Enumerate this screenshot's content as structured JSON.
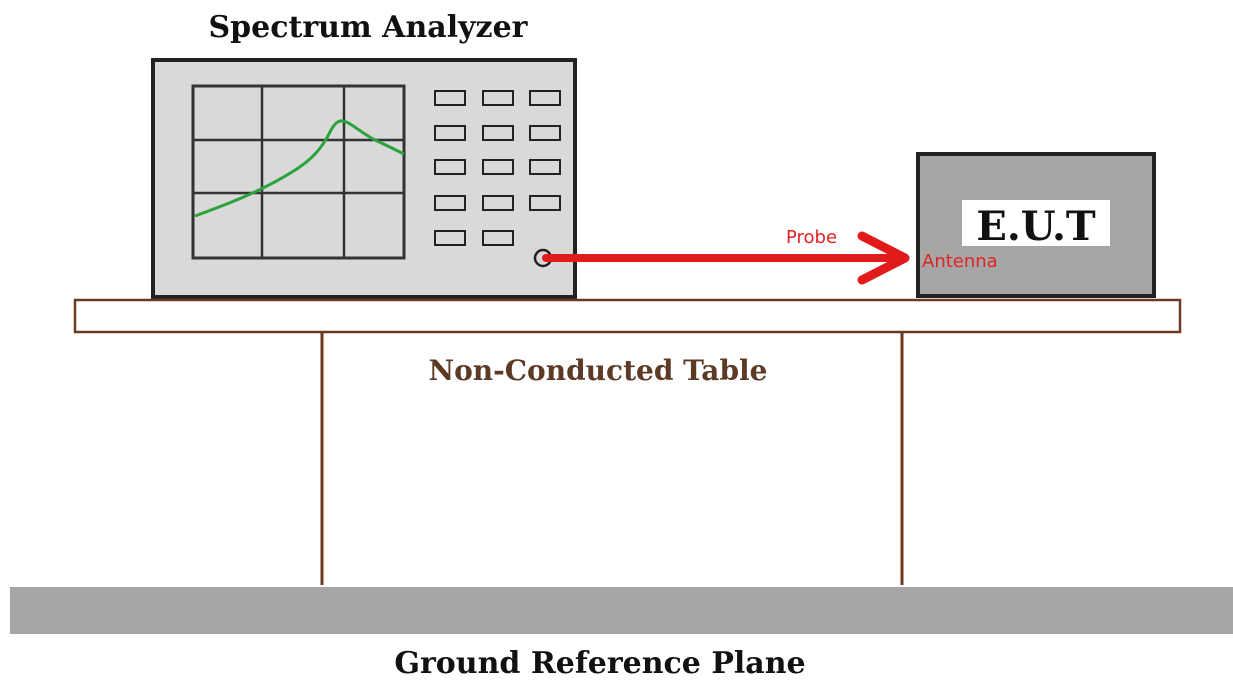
{
  "labels": {
    "analyzer_title": "Spectrum Analyzer",
    "eut_label": "E.U.T",
    "probe_label": "Probe",
    "antenna_label": "Antenna",
    "table_label": "Non-Conducted Table",
    "ground_label": "Ground Reference Plane"
  },
  "colors": {
    "background": "#ffffff",
    "device_fill": "#d9d9d9",
    "eut_fill": "#a6a6a6",
    "outline": "#222222",
    "trace": "#2aa33c",
    "probe_cable": "#e11b1b",
    "label_red": "#e02424",
    "table_line": "#6b3a1f",
    "table_text": "#5c3a25",
    "ground_fill": "#a6a6a6",
    "text_dark": "#111111"
  }
}
